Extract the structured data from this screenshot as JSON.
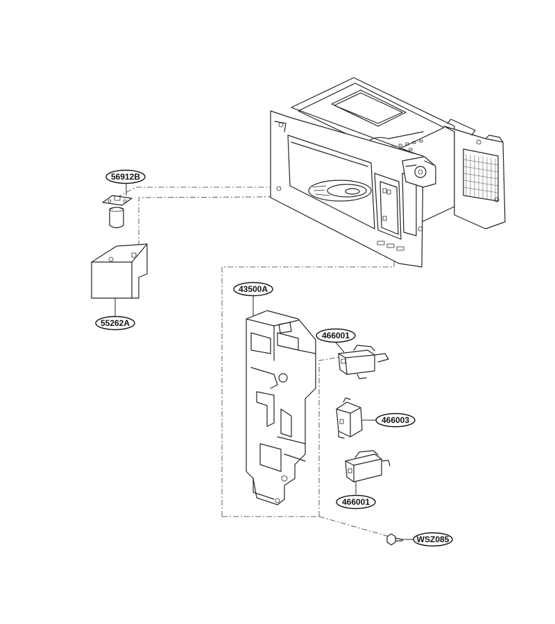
{
  "part_labels": {
    "p56912B": "56912B",
    "p55262A": "55262A",
    "p43500A": "43500A",
    "p466001_top": "466001",
    "p466003": "466003",
    "p466001_bottom": "466001",
    "pWSZ085": "WSZ085"
  },
  "colors": {
    "line": "#222222",
    "background": "#ffffff"
  }
}
